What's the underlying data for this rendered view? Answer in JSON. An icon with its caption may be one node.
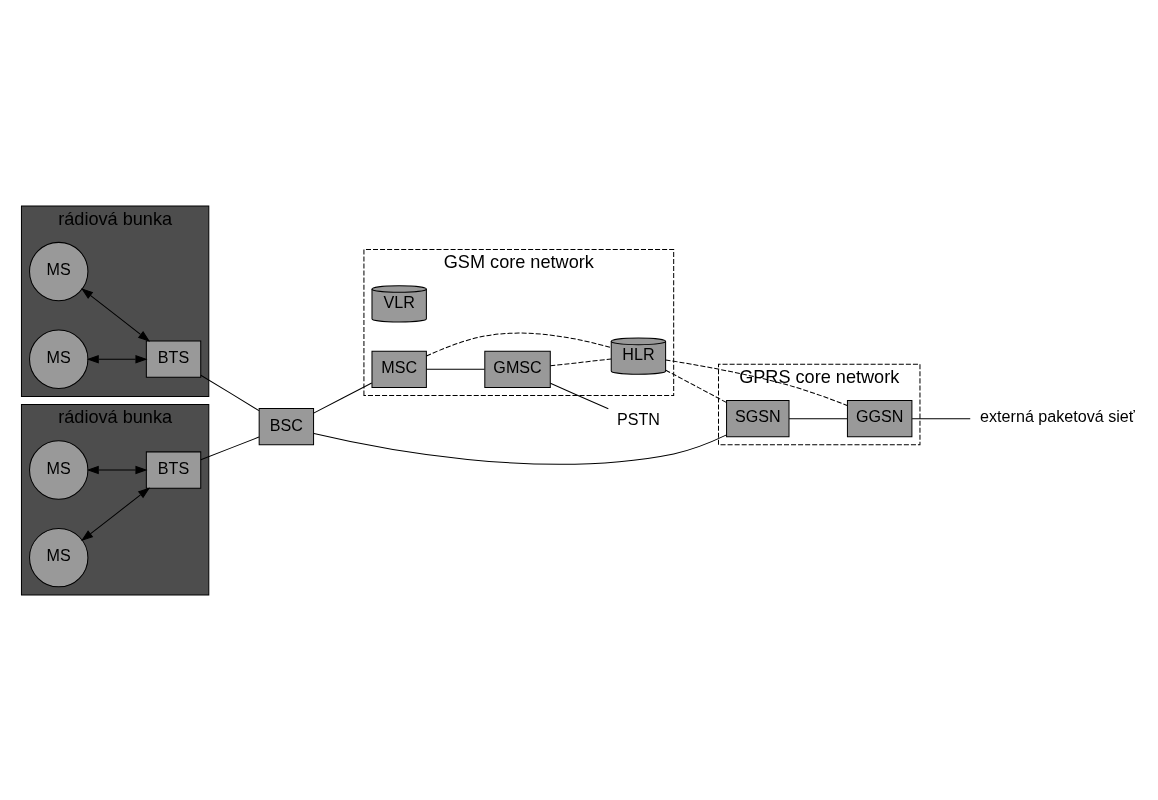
{
  "diagram": {
    "nodes": [
      {
        "text": [
          "rádiová bunka"
        ]
      },
      {
        "text": [
          "MS"
        ],
        "in": 0
      },
      {
        "text": [
          "MS"
        ],
        "in": 0
      },
      {
        "text": [
          "BTS"
        ],
        "in": 0
      },
      {
        "text": [
          "rádiová bunka"
        ]
      },
      {
        "text": [
          "MS"
        ],
        "in": 4
      },
      {
        "text": [
          "MS"
        ],
        "in": 4
      },
      {
        "text": [
          "BTS"
        ],
        "in": 4
      },
      {
        "text": [
          "BSC"
        ]
      },
      {
        "text": [
          "GSM core network"
        ]
      },
      {
        "text": [
          "VLR"
        ],
        "in": 9
      },
      {
        "text": [
          "MSC"
        ],
        "in": 9
      },
      {
        "text": [
          "GMSC"
        ],
        "in": 9
      },
      {
        "text": [
          "HLR"
        ],
        "in": 9
      },
      {
        "text": [
          "PSTN"
        ]
      },
      {
        "text": [
          "GPRS core network"
        ]
      },
      {
        "text": [
          "SGSN"
        ],
        "in": 15
      },
      {
        "text": [
          "GGSN"
        ],
        "in": 15
      },
      {
        "text": [
          "externá paketová sieť"
        ]
      }
    ],
    "edges": [
      {
        "from": 1,
        "to": 3,
        "arrow": "both"
      },
      {
        "from": 2,
        "to": 3,
        "arrow": "both"
      },
      {
        "from": 5,
        "to": 7,
        "arrow": "both"
      },
      {
        "from": 6,
        "to": 7,
        "arrow": "both"
      },
      {
        "from": 3,
        "to": 8,
        "arrow": "none"
      },
      {
        "from": 7,
        "to": 8,
        "arrow": "none"
      },
      {
        "from": 8,
        "to": 11,
        "arrow": "none"
      },
      {
        "from": 8,
        "to": 16,
        "arrow": "none"
      },
      {
        "from": 11,
        "to": 12,
        "arrow": "none"
      },
      {
        "from": 12,
        "to": 14,
        "arrow": "none"
      },
      {
        "from": 11,
        "to": 13,
        "arrow": "none",
        "style": "dashed"
      },
      {
        "from": 12,
        "to": 13,
        "arrow": "none",
        "style": "dashed"
      },
      {
        "from": 13,
        "to": 16,
        "arrow": "none",
        "style": "dashed"
      },
      {
        "from": 13,
        "to": 17,
        "arrow": "none",
        "style": "dashed"
      },
      {
        "from": 16,
        "to": 17,
        "arrow": "none"
      },
      {
        "from": 17,
        "to": 18,
        "arrow": "none"
      }
    ]
  }
}
